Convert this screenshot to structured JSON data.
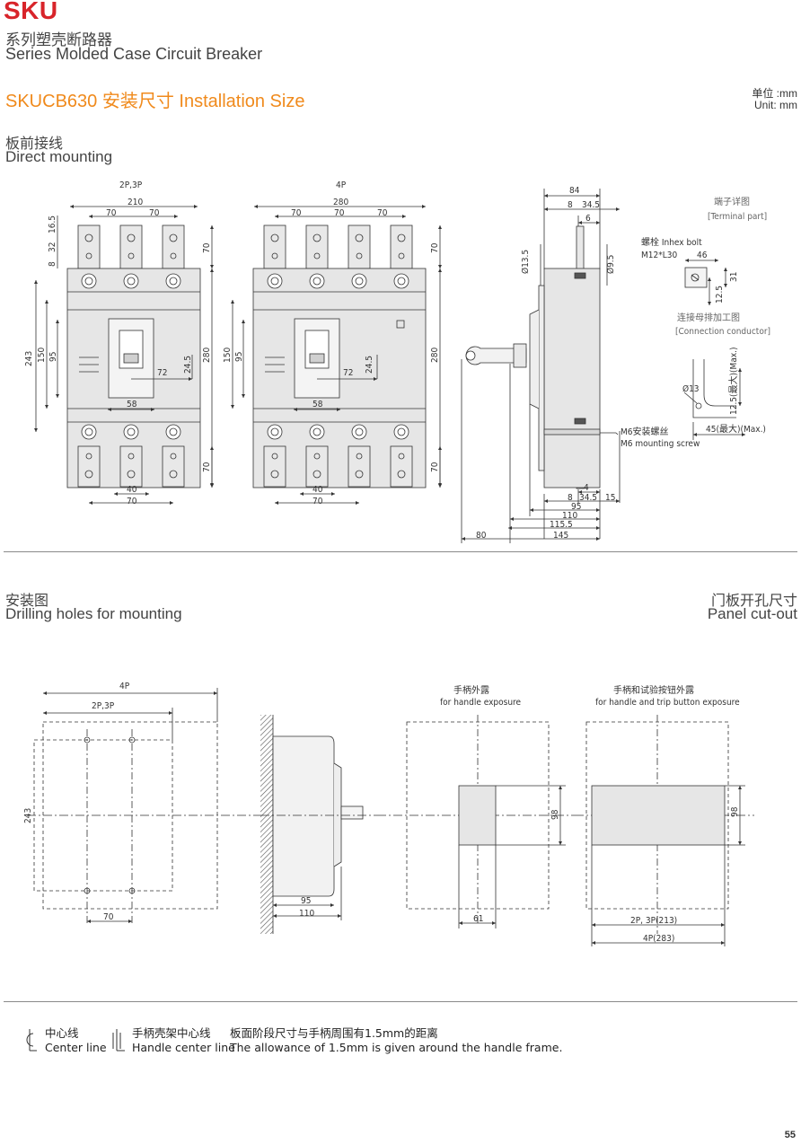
{
  "header": {
    "brand": "SKU",
    "series_cn": "系列塑壳断路器",
    "series_en": "Series Molded Case Circuit Breaker",
    "section_title": "SKUCB630 安装尺寸  Installation Size",
    "unit_cn": "单位 :mm",
    "unit_en": "Unit: mm"
  },
  "direct_mounting": {
    "title_cn": "板前接线",
    "title_en": "Direct mounting",
    "front_3p": {
      "label": "2P,3P",
      "dims": {
        "total_width": "210",
        "pitch_a": "70",
        "pitch_b": "70",
        "top_16_5": "16.5",
        "top_32": "32",
        "top_8": "8",
        "terminal_70_top": "70",
        "height_243": "243",
        "height_150": "150",
        "height_95": "95",
        "height_280": "280",
        "d_72": "72",
        "d_24_5": "24.5",
        "d_58": "58",
        "terminal_70_bottom": "70",
        "bottom_40": "40",
        "bottom_70": "70"
      }
    },
    "front_4p": {
      "label": "4P",
      "dims": {
        "total_width": "280",
        "pitch_a": "70",
        "pitch_b": "70",
        "pitch_c": "70",
        "terminal_70_top": "70",
        "height_150": "150",
        "height_95": "95",
        "height_280": "280",
        "d_72": "72",
        "d_24_5": "24.5",
        "d_58": "58",
        "terminal_70_bottom": "70",
        "bottom_40": "40",
        "bottom_70": "70"
      }
    },
    "side": {
      "dims": {
        "d_84": "84",
        "d_8_top": "8",
        "d_34_5_top": "34.5",
        "d_6": "6",
        "d_dia13_5": "Ø13.5",
        "d_dia9_5": "Ø9.5",
        "d_4": "4",
        "d_8_bot": "8",
        "d_34_5_bot": "34.5",
        "d_15": "15",
        "d_95": "95",
        "d_110": "110",
        "d_115_5": "115.5",
        "d_145": "145",
        "d_80": "80"
      },
      "screw_cn": "M6安装螺丝",
      "screw_en": "M6 mounting screw"
    },
    "terminal_detail": {
      "title_cn": "端子详图",
      "title_en": "[Terminal part]",
      "bolt_cn": "螺栓 Inhex bolt",
      "bolt_size": "M12*L30",
      "d_46": "46",
      "d_31": "31",
      "d_12_5": "12.5"
    },
    "conductor": {
      "title_cn": "连接母排加工图",
      "title_en": "[Connection conductor]",
      "hole": "Ø13",
      "d_12_5_max": "12.5(最大)(Max.)",
      "d_45_max": "45(最大)(Max.)"
    }
  },
  "drilling": {
    "title_cn": "安装图",
    "title_en": "Drilling holes for mounting",
    "label_4p": "4P",
    "label_3p": "2P,3P",
    "d_243": "243",
    "d_70": "70",
    "side_95": "95",
    "side_110": "110"
  },
  "panel_cutout": {
    "title_cn": "门板开孔尺寸",
    "title_en": "Panel cut-out",
    "handle_cn": "手柄外露",
    "handle_en": "for handle exposure",
    "handle_h": "98",
    "handle_w": "61",
    "trip_cn": "手柄和试验按钮外露",
    "trip_en": "for handle and trip button exposure",
    "trip_h": "98",
    "trip_w_3p": "2P, 3P(213)",
    "trip_w_4p": "4P(283)"
  },
  "legend": {
    "center_cn": "中心线",
    "center_en": "Center line",
    "handle_cn": "手柄壳架中心线",
    "handle_en": "Handle center line",
    "allow_cn": "板面阶段尺寸与手柄周围有1.5mm的距离",
    "allow_en": "The allowance of 1.5mm is given around the handle frame."
  },
  "page_number": "55"
}
